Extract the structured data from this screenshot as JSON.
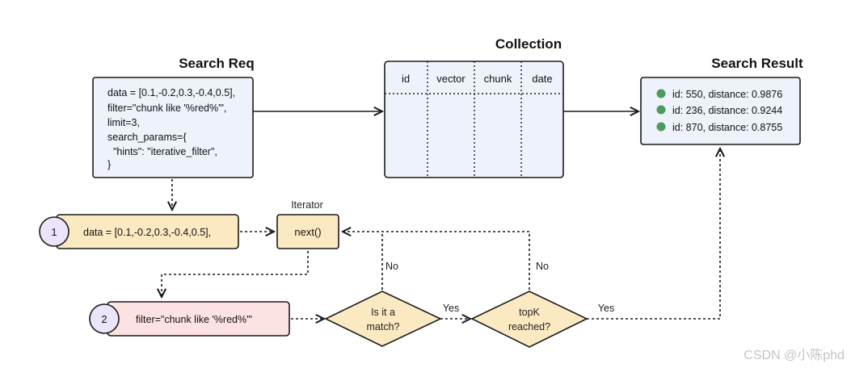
{
  "search_req": {
    "title": "Search Req",
    "lines": [
      "data = [0.1,-0.2,0.3,-0.4,0.5],",
      "filter=\"chunk like '%red%'\",",
      "limit=3,",
      "search_params={",
      "  \"hints\": \"iterative_filter\",",
      "}"
    ]
  },
  "collection": {
    "title": "Collection",
    "columns": [
      "id",
      "vector",
      "chunk",
      "date"
    ]
  },
  "search_result": {
    "title": "Search Result",
    "items": [
      "id: 550, distance: 0.9876",
      "id: 236, distance: 0.9244",
      "id: 870, distance: 0.8755"
    ]
  },
  "step1": {
    "number": "1",
    "text": "data = [0.1,-0.2,0.3,-0.4,0.5],"
  },
  "step2": {
    "number": "2",
    "text": "filter=\"chunk like '%red%'\""
  },
  "iterator": {
    "label": "Iterator",
    "call": "next()"
  },
  "decision_match": {
    "line1": "Is it a",
    "line2": "match?"
  },
  "decision_topk": {
    "line1": "topK",
    "line2": "reached?"
  },
  "edges": {
    "no1": "No",
    "no2": "No",
    "yes1": "Yes",
    "yes2": "Yes"
  },
  "watermark": "CSDN @小陈phd",
  "colors": {
    "box_blue": "#eef2fb",
    "box_yellow": "#fbe9c2",
    "box_pink": "#fde2e2",
    "circle_purple": "#ebe4fa",
    "diamond": "#fbe9c2",
    "dot_green": "#4e9a5f",
    "stroke": "#1a1a1a"
  }
}
